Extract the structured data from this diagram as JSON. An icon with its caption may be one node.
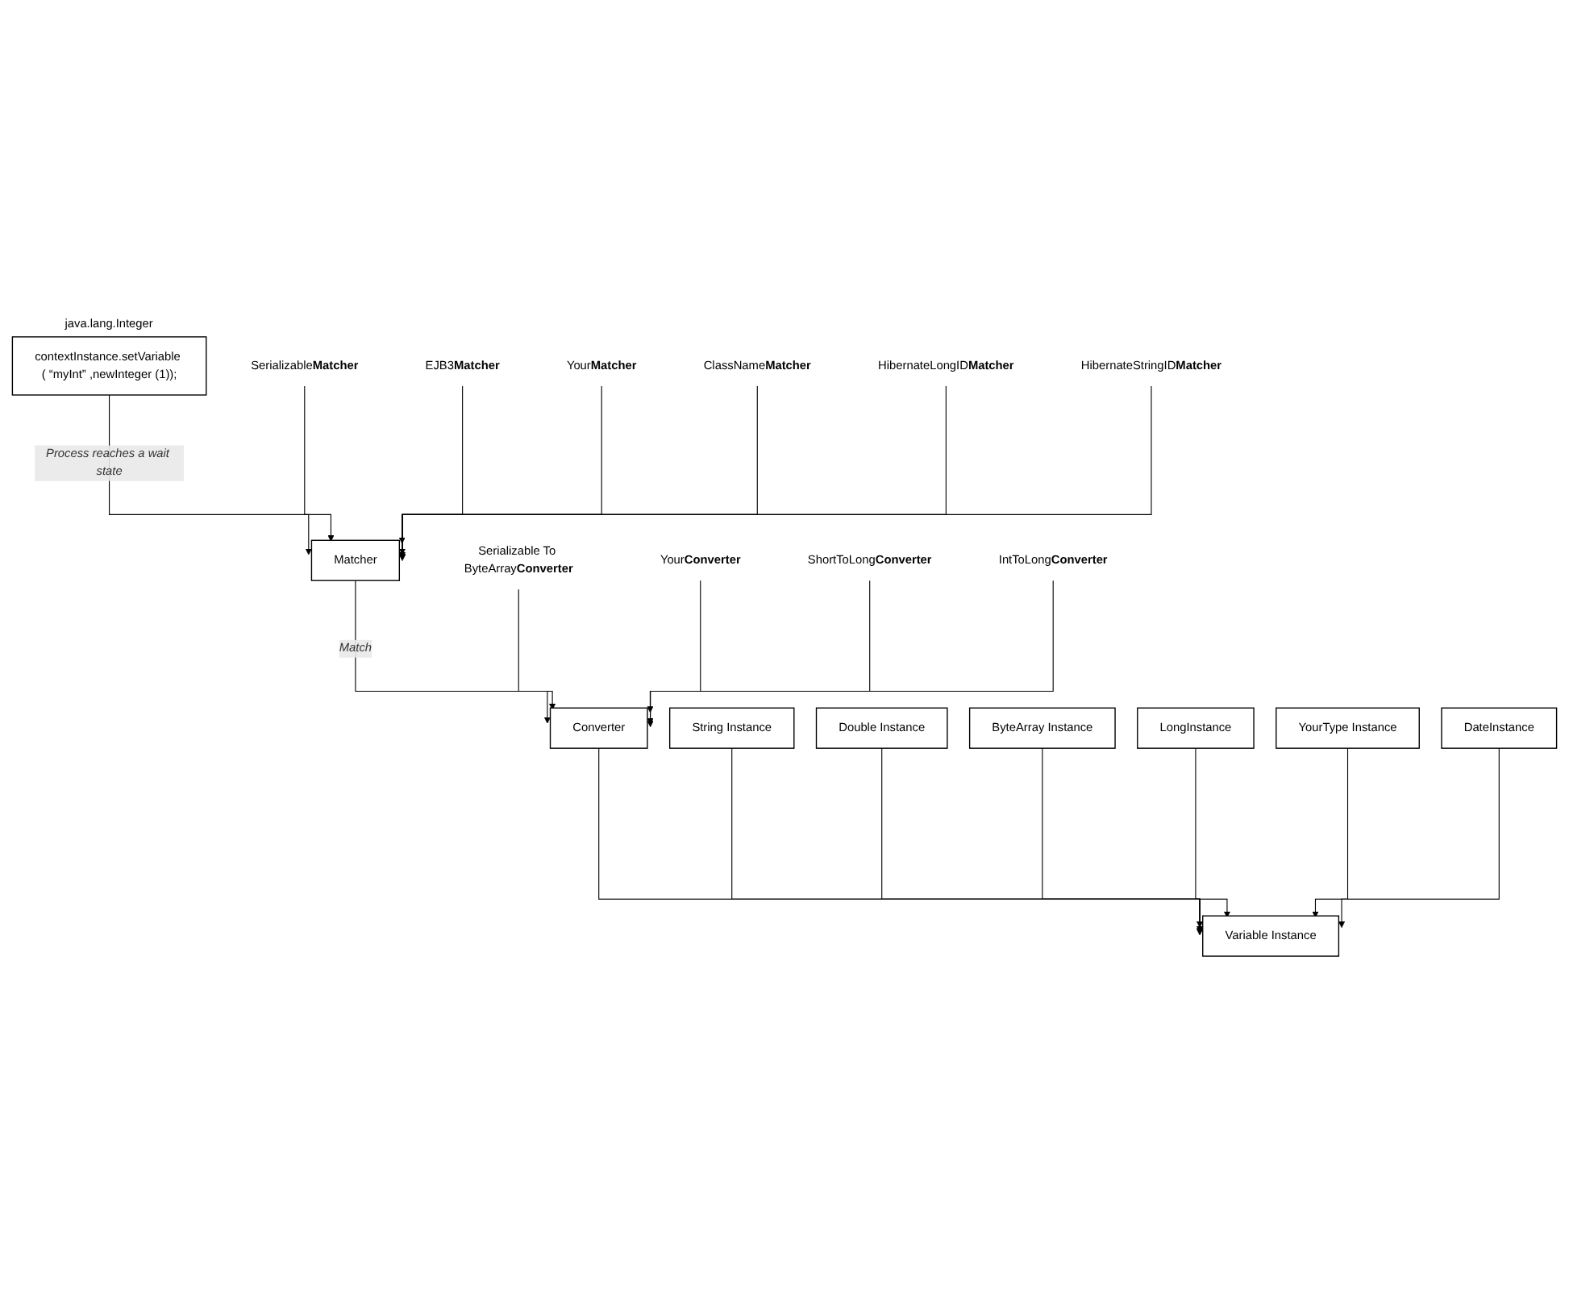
{
  "diagram": {
    "nodes": [
      {
        "text": [
          "contextInstance.setVariable ( “myInt” ,newInteger (1));"
        ],
        "beside": [
          "java.lang.Integer"
        ]
      },
      {
        "text": [
          "Matcher"
        ]
      },
      {
        "text": [
          "Serializable**Matcher**"
        ]
      },
      {
        "text": [
          "EJB3**Matcher**"
        ]
      },
      {
        "text": [
          "Your**Matcher**"
        ]
      },
      {
        "text": [
          "ClassName**Matcher**"
        ]
      },
      {
        "text": [
          "HibernateLongID**Matcher**"
        ]
      },
      {
        "text": [
          "HibernateStringID**Matcher**"
        ]
      },
      {
        "text": [
          "Converter"
        ]
      },
      {
        "text": [
          "Serializable To ByteArray**Converter**"
        ]
      },
      {
        "text": [
          "Your**Converter**"
        ]
      },
      {
        "text": [
          "ShortToLong**Converter**"
        ]
      },
      {
        "text": [
          "IntToLong**Converter**"
        ]
      },
      {
        "text": [
          "Variable Instance"
        ]
      },
      {
        "text": [
          "String Instance"
        ]
      },
      {
        "text": [
          "Double Instance"
        ]
      },
      {
        "text": [
          "ByteArray Instance"
        ]
      },
      {
        "text": [
          "LongInstance"
        ]
      },
      {
        "text": [
          "YourType Instance"
        ]
      },
      {
        "text": [
          "DateInstance"
        ]
      }
    ],
    "edges": [
      {
        "from": 0,
        "to": 1,
        "arrow": "to",
        "label": "*Process reaches a wait state*"
      },
      {
        "from": 2,
        "to": 1,
        "arrow": "to"
      },
      {
        "from": 3,
        "to": 1,
        "arrow": "to"
      },
      {
        "from": 4,
        "to": 1,
        "arrow": "to"
      },
      {
        "from": 5,
        "to": 1,
        "arrow": "to"
      },
      {
        "from": 6,
        "to": 1,
        "arrow": "to"
      },
      {
        "from": 7,
        "to": 1,
        "arrow": "to"
      },
      {
        "from": 1,
        "to": 8,
        "arrow": "to",
        "label": "*Match*"
      },
      {
        "from": 9,
        "to": 8,
        "arrow": "to"
      },
      {
        "from": 10,
        "to": 8,
        "arrow": "to"
      },
      {
        "from": 11,
        "to": 8,
        "arrow": "to"
      },
      {
        "from": 12,
        "to": 8,
        "arrow": "to"
      },
      {
        "from": 8,
        "to": 13,
        "arrow": "to"
      },
      {
        "from": 14,
        "to": 13,
        "arrow": "to"
      },
      {
        "from": 15,
        "to": 13,
        "arrow": "to"
      },
      {
        "from": 16,
        "to": 13,
        "arrow": "to"
      },
      {
        "from": 17,
        "to": 13,
        "arrow": "to"
      },
      {
        "from": 18,
        "to": 13,
        "arrow": "to"
      },
      {
        "from": 19,
        "to": 13,
        "arrow": "to"
      }
    ]
  }
}
